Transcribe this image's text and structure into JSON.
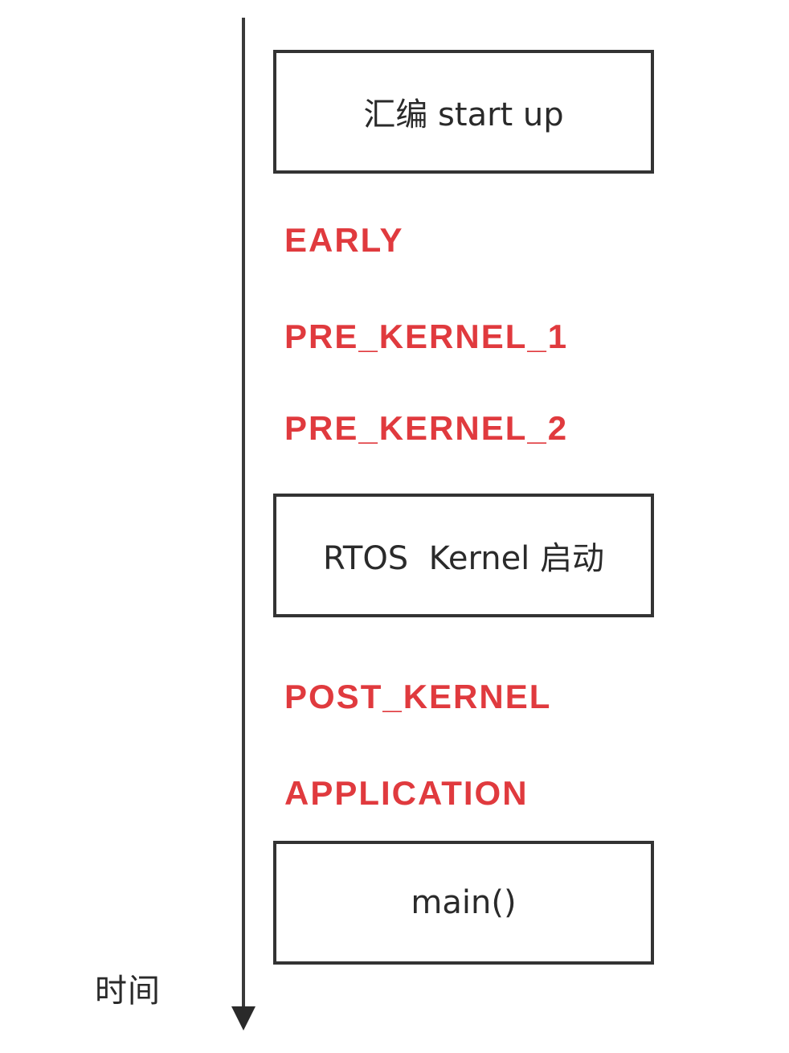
{
  "diagram": {
    "time_axis_label": "时间",
    "boxes": {
      "startup": "汇编 start up",
      "kernel": "RTOS  Kernel 启动",
      "main": "main()"
    },
    "init_levels": [
      "EARLY",
      "PRE_KERNEL_1",
      "PRE_KERNEL_2",
      "POST_KERNEL",
      "APPLICATION"
    ],
    "colors": {
      "init_level_text": "#e03a3e",
      "box_border": "#333333",
      "timeline": "#3a3a3a"
    }
  }
}
